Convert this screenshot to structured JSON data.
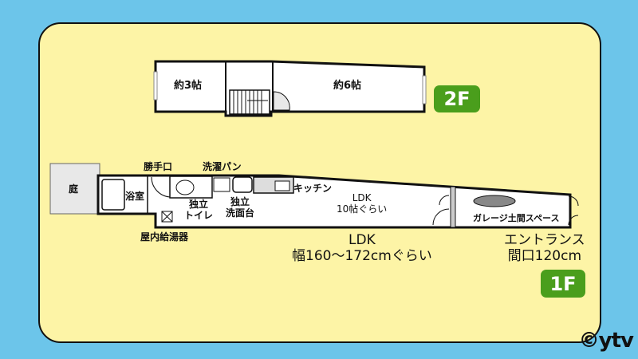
{
  "floor2": {
    "badge": "2F",
    "rooms": [
      "約3帖",
      "約6帖"
    ]
  },
  "floor1": {
    "badge": "1F",
    "labels": {
      "garden": "庭",
      "bath": "浴室",
      "back_door": "勝手口",
      "laundry_pan": "洗濯パン",
      "toilet": "独立\nトイレ",
      "washstand": "独立\n洗面台",
      "kitchen": "キッチン",
      "ldk_room": "LDK\n10帖ぐらい",
      "garage": "ガレージ土間スペース",
      "water_heater": "屋内給湯器"
    },
    "notes": {
      "ldk_width": "LDK\n幅160〜172cmぐらい",
      "entrance": "エントランス\n間口120cm"
    }
  },
  "copyright": "©ytv",
  "colors": {
    "background": "#6cc5ea",
    "panel": "#fdf4a6",
    "badge": "#4a9e1c"
  }
}
